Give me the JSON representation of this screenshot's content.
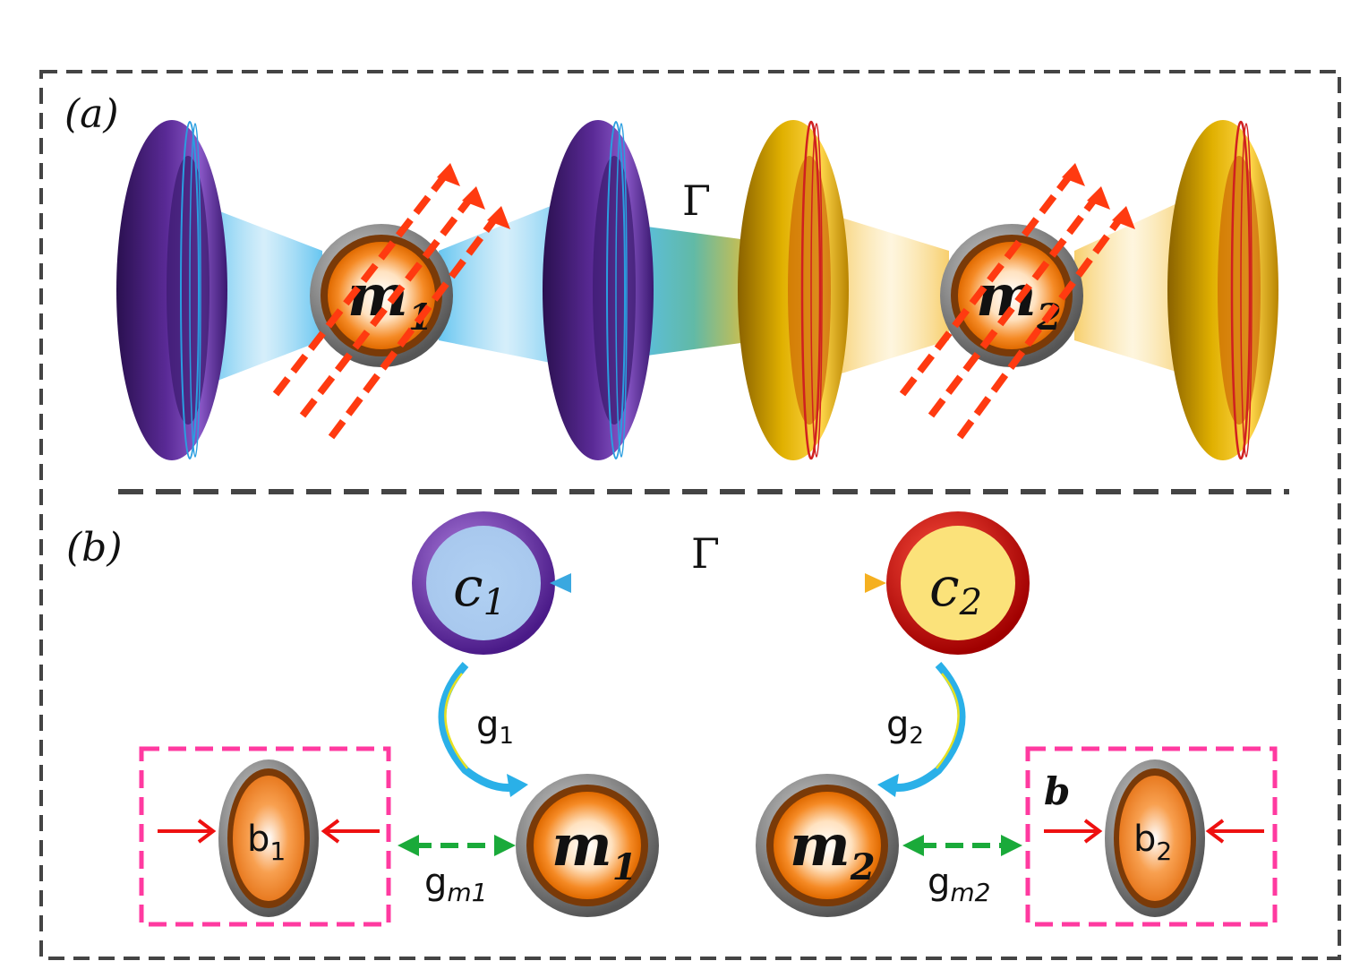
{
  "panel_a": {
    "label": "(a)",
    "coupling_label": "Γ",
    "magnon_1": {
      "main": "m",
      "sub": "1"
    },
    "magnon_2": {
      "main": "m",
      "sub": "2"
    }
  },
  "panel_b": {
    "label": "(b)",
    "coupling_label": "Γ",
    "cavity_1": {
      "main": "c",
      "sub": "1"
    },
    "cavity_2": {
      "main": "c",
      "sub": "2"
    },
    "magnon_1": {
      "main": "m",
      "sub": "1"
    },
    "magnon_2": {
      "main": "m",
      "sub": "2"
    },
    "phonon_1": {
      "main": "b",
      "sub": "1"
    },
    "phonon_2": {
      "main": "b",
      "sub": "2"
    },
    "g1": {
      "main": "g",
      "sub": "1"
    },
    "g2": {
      "main": "g",
      "sub": "2"
    },
    "gm1": {
      "main": "g",
      "sub": "m1"
    },
    "gm2": {
      "main": "g",
      "sub": "m2"
    },
    "stray_label": "b"
  },
  "colors": {
    "frame": "#444444",
    "cavity_1": "#6a2fa0",
    "cavity_2": "#e0a800",
    "magnon": "#f07a10",
    "shell": "#7a7a7a",
    "drive_arrows": "#ff3a10",
    "cavity_coupling": "#3aa8e0",
    "magnon_phonon": "#1aaa3a",
    "phonon_box": "#ff3aa0",
    "phonon_arrows": "#ee1010"
  }
}
